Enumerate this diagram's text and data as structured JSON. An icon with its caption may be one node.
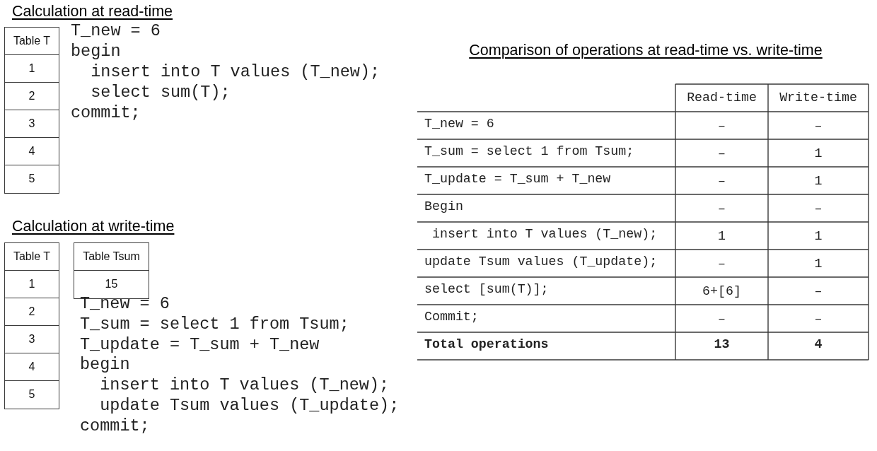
{
  "diagram": {
    "labels": [
      "Calculation at read-time",
      "Table T",
      "1",
      "2",
      "3",
      "4",
      "5",
      "T_new = 6",
      "begin",
      "insert into T values (T_new);",
      "select sum(T);",
      "commit;",
      "Calculation at write-time",
      "Table T",
      "1",
      "2",
      "3",
      "4",
      "5",
      "Table Tsum",
      "15",
      "T_new = 6",
      "T_sum = select 1 from Tsum;",
      "T_update = T_sum + T_new",
      "begin",
      "insert into T values (T_new);",
      "update Tsum values (T_update);",
      "commit;",
      "Comparison of operations at read-time vs. write-time",
      "Read-time",
      "Write-time",
      "T_new = 6",
      "–",
      "–",
      "T_sum = select 1 from Tsum;",
      "–",
      "1",
      "T_update = T_sum + T_new",
      "–",
      "1",
      "Begin",
      "–",
      "–",
      "insert into T values (T_new);",
      "1",
      "1",
      "update Tsum values (T_update);",
      "–",
      "1",
      "select [sum(T)];",
      "6+[6]",
      "–",
      "Commit;",
      "–",
      "–",
      "Total operations",
      "13",
      "4"
    ]
  }
}
